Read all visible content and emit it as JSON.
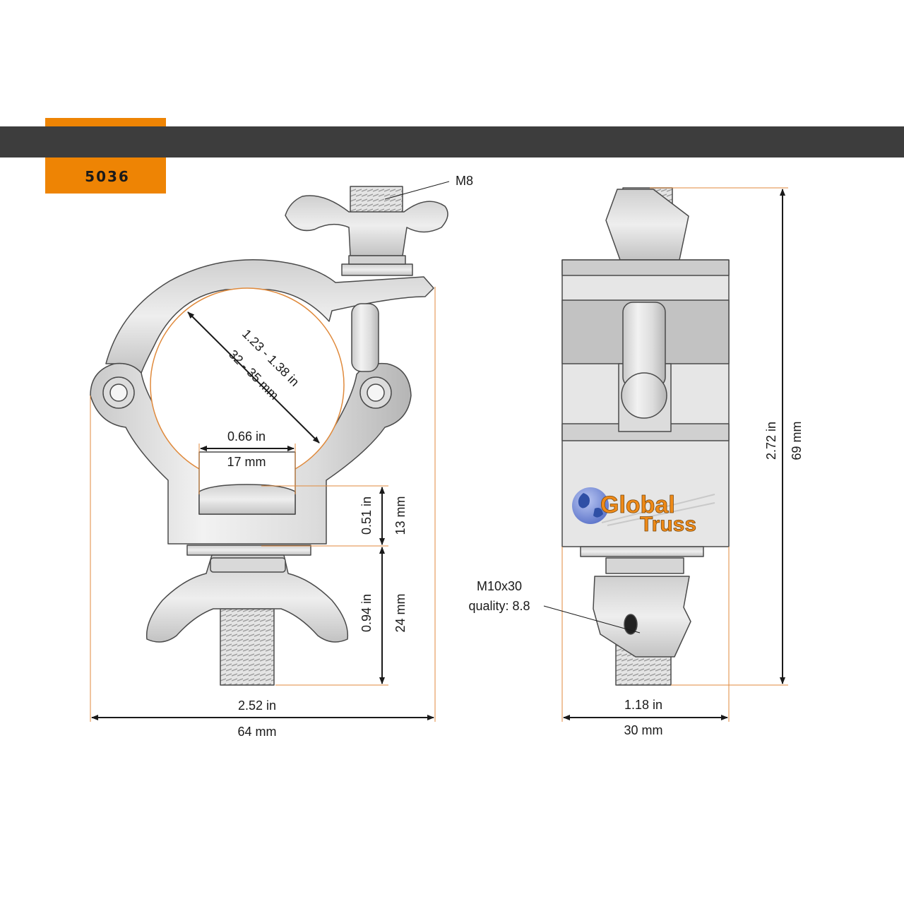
{
  "header": {
    "part_number": "5036",
    "bar_color": "#3d3d3d",
    "accent_color": "#ee8404"
  },
  "front_view": {
    "bolt_label": "M8",
    "tube_diameter_in": "1.23 - 1.38 in",
    "tube_diameter_mm": "32 - 35 mm",
    "slot_width_in": "0.66 in",
    "slot_width_mm": "17 mm",
    "base_height_in": "0.51 in",
    "base_height_mm": "13 mm",
    "bolt_length_in": "0.94 in",
    "bolt_length_mm": "24 mm",
    "width_in": "2.52 in",
    "width_mm": "64 mm"
  },
  "side_view": {
    "height_in": "2.72 in",
    "height_mm": "69 mm",
    "bolt_label_line1": "M10x30",
    "bolt_label_line2": "quality: 8.8",
    "width_in": "1.18 in",
    "width_mm": "30 mm",
    "logo_line1": "Global",
    "logo_line2": "Truss"
  },
  "colors": {
    "metal": "#e2e2e2",
    "metal_dark": "#b9b9b9",
    "outline": "#4a4a4a",
    "guide": "#e08a3c",
    "dimension": "#1a1a1a"
  }
}
